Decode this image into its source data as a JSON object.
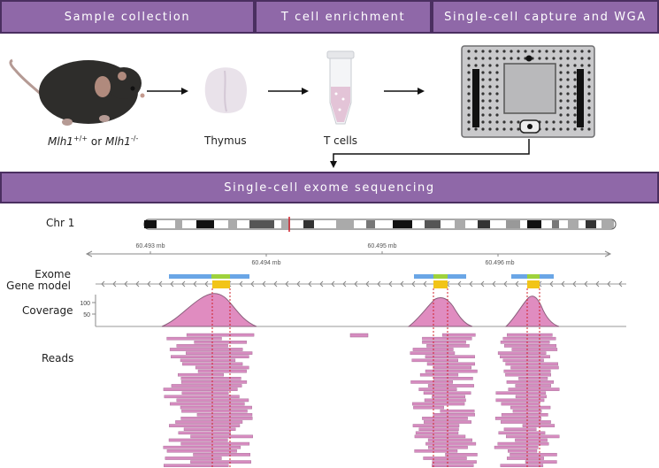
{
  "header": {
    "step1": "Sample collection",
    "step2": "T cell enrichment",
    "step3": "Single-cell capture and WGA",
    "step4": "Single-cell exome sequencing"
  },
  "workflow": {
    "mouse_gene_a": "Mlh1",
    "mouse_sup_a": "+/+",
    "mouse_or": "or",
    "mouse_gene_b": "Mlh1",
    "mouse_sup_b": "-/-",
    "thymus_label": "Thymus",
    "tcells_label": "T cells"
  },
  "tracks": {
    "chromosome_label": "Chr 1",
    "exome_label": "Exome",
    "gene_model_label": "Gene model",
    "coverage_label": "Coverage",
    "reads_label": "Reads",
    "coverage_ticks": [
      "100",
      "50"
    ],
    "scale_ticks": [
      "60.493 mb",
      "60.494 mb",
      "60.495 mb",
      "60.496 mb"
    ]
  },
  "colors": {
    "banner": "#8f68a8",
    "exon_blue": "#6aa6e6",
    "exon_green": "#9ed23c",
    "gene_yellow": "#f2c418",
    "coverage_pink": "#e08cc0",
    "read_pink": "#d68cc0",
    "marker_red": "#d0202a"
  }
}
